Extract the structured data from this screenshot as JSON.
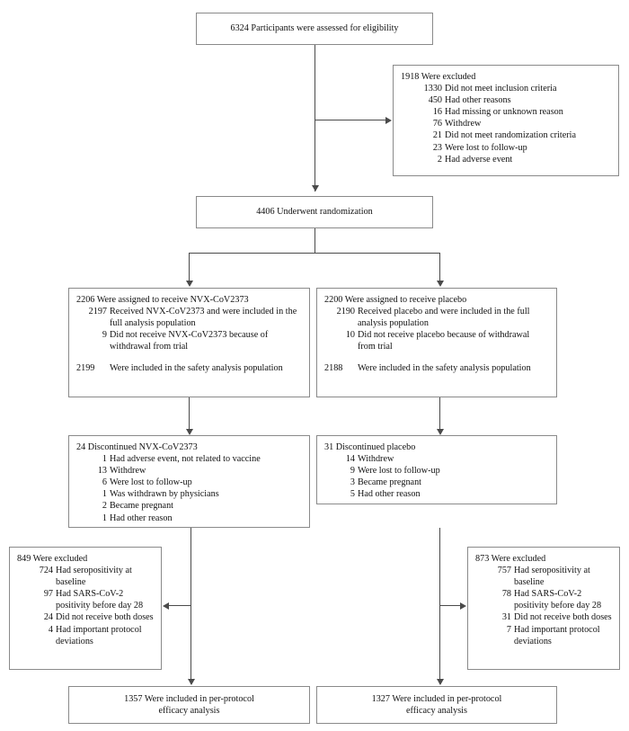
{
  "diagram": {
    "type": "consort-flow-diagram",
    "line_color": "#4a4a4a",
    "border_color": "#8a8a8a",
    "text_color": "#111111"
  },
  "enrollment": {
    "assessed": "6324 Participants were assessed for eligibility"
  },
  "excluded_top": {
    "header": "1918 Were excluded",
    "items": [
      {
        "n": "1330",
        "text": "Did not meet inclusion criteria"
      },
      {
        "n": "450",
        "text": "Had other reasons"
      },
      {
        "n": "16",
        "text": "Had missing or unknown reason"
      },
      {
        "n": "76",
        "text": "Withdrew"
      },
      {
        "n": "21",
        "text": "Did not meet randomization criteria"
      },
      {
        "n": "23",
        "text": "Were lost to follow-up"
      },
      {
        "n": "2",
        "text": "Had adverse event"
      }
    ]
  },
  "randomization": {
    "label": "4406 Underwent randomization"
  },
  "vaccine_arm": {
    "header": "2206 Were assigned to receive NVX-CoV2373",
    "items": [
      {
        "n": "2197",
        "text": "Received NVX-CoV2373 and were included in the full analysis population"
      },
      {
        "n": "9",
        "text": "Did not receive NVX-CoV2373 because of withdrawal from trial"
      }
    ],
    "safety": {
      "n": "2199",
      "text": "Were included in the safety analysis population"
    }
  },
  "placebo_arm": {
    "header": "2200 Were assigned to receive placebo",
    "items": [
      {
        "n": "2190",
        "text": "Received placebo and were included in the full analysis population"
      },
      {
        "n": "10",
        "text": "Did not receive placebo because of withdrawal from trial"
      }
    ],
    "safety": {
      "n": "2188",
      "text": "Were included in the safety analysis population"
    }
  },
  "vaccine_discontinued": {
    "header": "24 Discontinued NVX-CoV2373",
    "items": [
      {
        "n": "1",
        "text": "Had adverse event, not related to vaccine"
      },
      {
        "n": "13",
        "text": "Withdrew"
      },
      {
        "n": "6",
        "text": "Were lost to follow-up"
      },
      {
        "n": "1",
        "text": "Was withdrawn by physicians"
      },
      {
        "n": "2",
        "text": "Became pregnant"
      },
      {
        "n": "1",
        "text": "Had other reason"
      }
    ]
  },
  "placebo_discontinued": {
    "header": "31 Discontinued placebo",
    "items": [
      {
        "n": "14",
        "text": "Withdrew"
      },
      {
        "n": "9",
        "text": "Were lost to follow-up"
      },
      {
        "n": "3",
        "text": "Became pregnant"
      },
      {
        "n": "5",
        "text": "Had other reason"
      }
    ]
  },
  "vaccine_excluded": {
    "header": "849 Were excluded",
    "items": [
      {
        "n": "724",
        "text": "Had seropositivity at baseline"
      },
      {
        "n": "97",
        "text": "Had SARS-CoV-2 positivity before day 28"
      },
      {
        "n": "24",
        "text": "Did not receive both doses"
      },
      {
        "n": "4",
        "text": "Had important protocol deviations"
      }
    ]
  },
  "placebo_excluded": {
    "header": "873 Were excluded",
    "items": [
      {
        "n": "757",
        "text": "Had seropositivity at baseline"
      },
      {
        "n": "78",
        "text": "Had SARS-CoV-2 positivity before day 28"
      },
      {
        "n": "31",
        "text": "Did not receive both doses"
      },
      {
        "n": "7",
        "text": "Had important protocol deviations"
      }
    ]
  },
  "vaccine_result": {
    "label": "1357 Were included in per-protocol\nefficacy analysis"
  },
  "placebo_result": {
    "label": "1327 Were included in per-protocol\nefficacy analysis"
  }
}
